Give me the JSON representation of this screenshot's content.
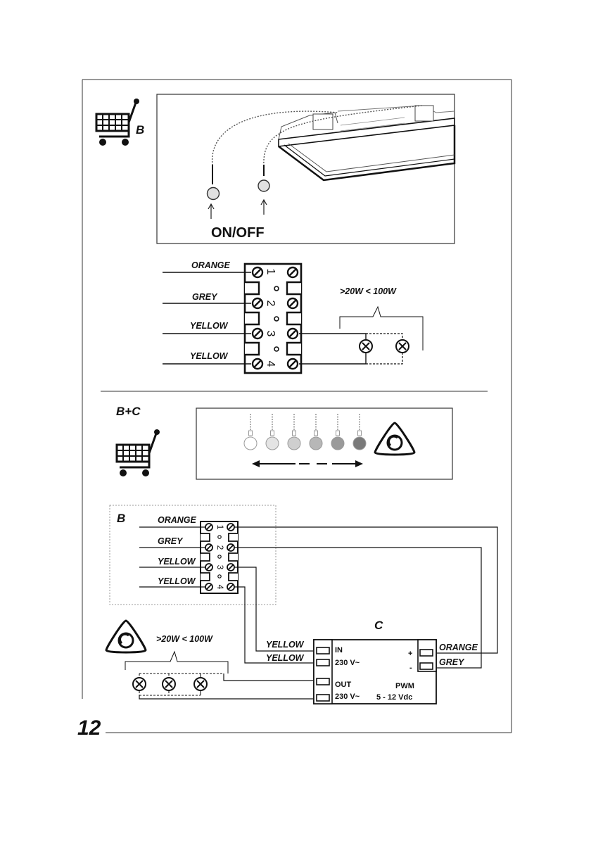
{
  "page_number": "12",
  "panel_b": {
    "tag": "B",
    "switch_label": "ON/OFF",
    "wires": [
      "ORANGE",
      "GREY",
      "YELLOW",
      "YELLOW"
    ],
    "terminals": [
      "1",
      "2",
      "3",
      "4"
    ],
    "load_label": ">20W  < 100W"
  },
  "panel_bc": {
    "tag": "B+C",
    "bulb_shades": [
      "#ffffff",
      "#e4e4e4",
      "#cfcfcf",
      "#b7b7b7",
      "#9a9a9a",
      "#7a7a7a"
    ]
  },
  "wiring": {
    "box_tag": "B",
    "wires": [
      "ORANGE",
      "GREY",
      "YELLOW",
      "YELLOW"
    ],
    "terminals": [
      "1",
      "2",
      "3",
      "4"
    ],
    "load_label": ">20W  < 100W",
    "controller": {
      "tag": "C",
      "in_label": "IN",
      "in_voltage": "230 V~",
      "out_label": "OUT",
      "out_voltage": "230 V~",
      "plus": "+",
      "minus": "-",
      "pwm": "PWM",
      "pwm_range": "5 - 12 Vdc",
      "in_wires": [
        "YELLOW",
        "YELLOW"
      ],
      "pwm_wires": [
        "ORANGE",
        "GREY"
      ]
    }
  }
}
